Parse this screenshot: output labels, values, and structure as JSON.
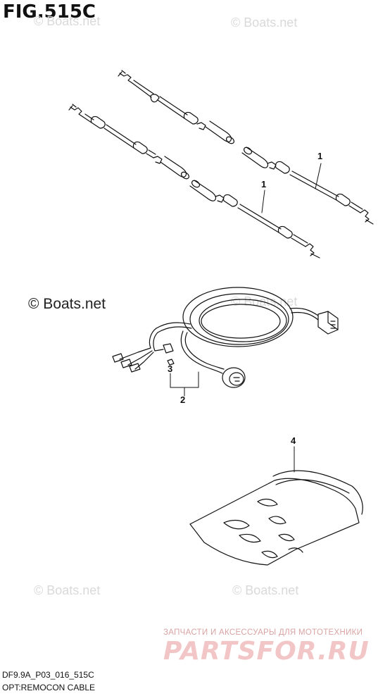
{
  "figure": {
    "title": "FIG.515C"
  },
  "watermarks": {
    "boats_net": "© Boats.net",
    "boats_net_strong": "© Boats.net"
  },
  "callouts": {
    "c1a": "1",
    "c1b": "1",
    "c2": "2",
    "c3": "3",
    "c4": "4"
  },
  "branding": {
    "subtitle": "ЗАПЧАСТИ И АКСЕССУАРЫ ДЛЯ МОТОТЕХНИКИ",
    "logo": "PARTSFOR.RU"
  },
  "footer": {
    "code": "DF9.9A_P03_016_515C",
    "caption": "OPT:REMOCON CABLE"
  },
  "colors": {
    "line": "#111111",
    "watermark": "#d9d9d9",
    "brand": "#f2c6c6"
  }
}
